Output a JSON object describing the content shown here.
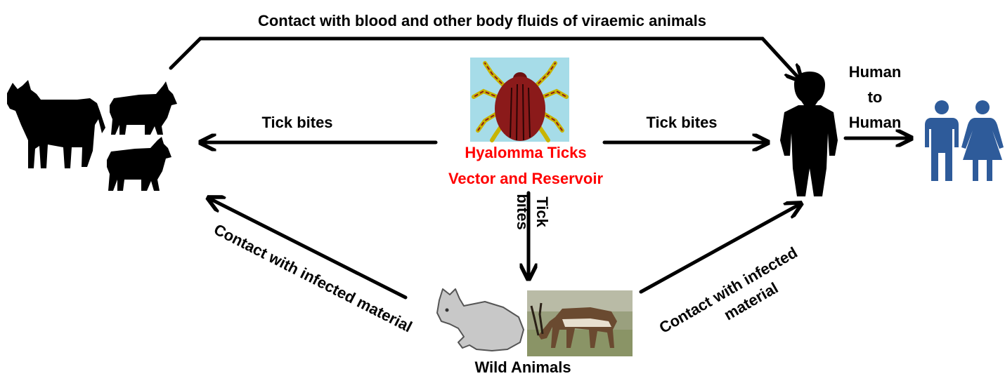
{
  "labels": {
    "top_route": "Contact with blood and other body fluids of viraemic animals",
    "tick_bites_left": "Tick bites",
    "tick_bites_right": "Tick bites",
    "tick_bites_down_line1": "Tick",
    "tick_bites_down_line2": "bites",
    "vector_line1": "Hyalomma Ticks",
    "vector_line2": "Vector and Reservoir",
    "human_to_human_line1": "Human",
    "human_to_human_line2": "to",
    "human_to_human_line3": "Human",
    "contact_left": "Contact with infected material",
    "contact_right_line1": "Contact with infected",
    "contact_right_line2": "material",
    "wild_animals": "Wild Animals"
  },
  "icons": {
    "livestock": [
      "cow-silhouette-icon",
      "goat-silhouette-icon",
      "goat-silhouette-icon"
    ],
    "vector": "tick-icon",
    "wild": [
      "rabbit-icon",
      "antelope-icon"
    ],
    "human": "man-silhouette-icon",
    "pair": "man-woman-icon"
  },
  "colors": {
    "vector_text": "#ff0000",
    "tick_background": "#a6dce8",
    "tick_body": "#8b1a1a",
    "tick_legs": "#c8b400",
    "people_blue": "#2e5b9a",
    "rabbit_grey": "#c8c8c8",
    "arrow": "#000000"
  }
}
